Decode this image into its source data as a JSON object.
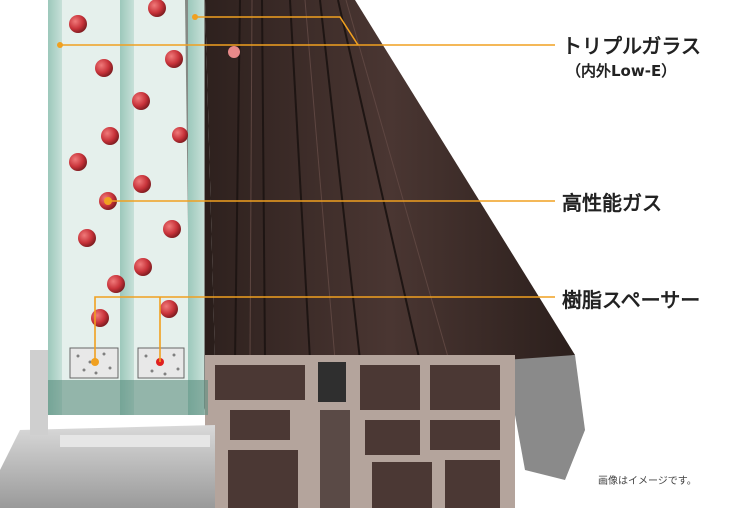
{
  "callouts": {
    "triple_glass": {
      "label": "トリプルガラス",
      "sub": "（内外Low-E）"
    },
    "gas": {
      "label": "高性能ガス"
    },
    "spacer": {
      "label": "樹脂スペーサー"
    }
  },
  "note": "画像はイメージです。",
  "colors": {
    "leader_line": "#f0a020",
    "frame_dark": "#3a2a26",
    "frame_light": "#a08e86",
    "glass": "#a8cfc2",
    "gas_particle": "#c8333a"
  }
}
